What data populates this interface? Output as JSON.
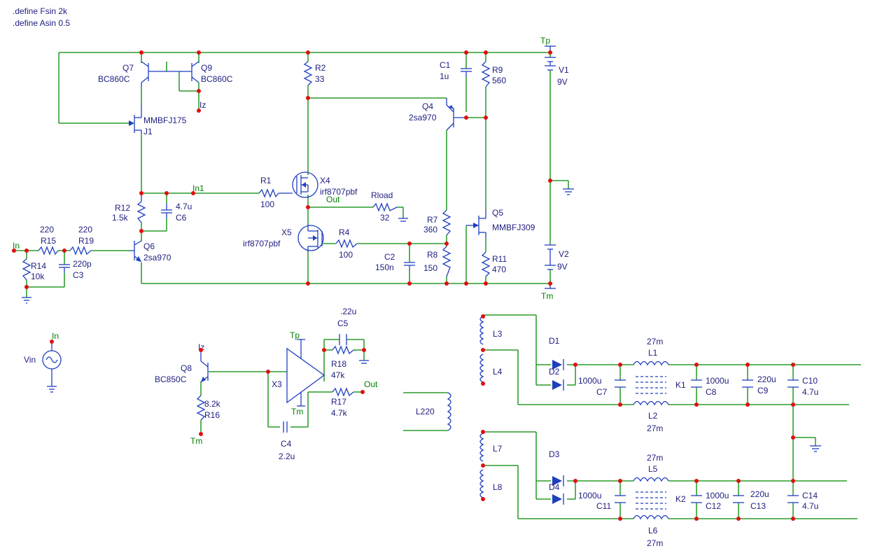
{
  "directives": [
    ".define Fsin 2k",
    ".define Asin 0.5"
  ],
  "nets": {
    "in": "In",
    "in1": "In1",
    "out": "Out",
    "iz": "Iz",
    "tp": "Tp",
    "tm": "Tm"
  },
  "components": {
    "q7": {
      "name": "Q7",
      "value": "BC860C"
    },
    "q9": {
      "name": "Q9",
      "value": "BC860C"
    },
    "j1": {
      "name": "J1",
      "value": "MMBFJ175"
    },
    "r12": {
      "name": "R12",
      "value": "1.5k"
    },
    "c6": {
      "name": "C6",
      "value": "4.7u"
    },
    "q6": {
      "name": "Q6",
      "value": "2sa970"
    },
    "r15": {
      "name": "R15",
      "value": "220"
    },
    "r19": {
      "name": "R19",
      "value": "220"
    },
    "r14": {
      "name": "R14",
      "value": "10k"
    },
    "c3": {
      "name": "C3",
      "value": "220p"
    },
    "r2": {
      "name": "R2",
      "value": "33"
    },
    "r1": {
      "name": "R1",
      "value": "100"
    },
    "x4": {
      "name": "X4",
      "value": "irf8707pbf"
    },
    "rload": {
      "name": "Rload",
      "value": "32"
    },
    "x5": {
      "name": "X5",
      "value": "irf8707pbf"
    },
    "r4": {
      "name": "R4",
      "value": "100"
    },
    "c2": {
      "name": "C2",
      "value": "150n"
    },
    "q4": {
      "name": "Q4",
      "value": "2sa970"
    },
    "c1": {
      "name": "C1",
      "value": "1u"
    },
    "r9": {
      "name": "R9",
      "value": "560"
    },
    "r7": {
      "name": "R7",
      "value": "360"
    },
    "r8": {
      "name": "R8",
      "value": "150"
    },
    "q5": {
      "name": "Q5",
      "value": "MMBFJ309"
    },
    "r11": {
      "name": "R11",
      "value": "470"
    },
    "v1": {
      "name": "V1",
      "value": "9V"
    },
    "v2": {
      "name": "V2",
      "value": "9V"
    },
    "vin": {
      "name": "Vin"
    },
    "q8": {
      "name": "Q8",
      "value": "BC850C"
    },
    "r16": {
      "name": "R16",
      "value": "8.2k"
    },
    "x3": {
      "name": "X3"
    },
    "c5": {
      "name": "C5",
      "value": ".22u"
    },
    "r18": {
      "name": "R18",
      "value": "47k"
    },
    "r17": {
      "name": "R17",
      "value": "4.7k"
    },
    "c4": {
      "name": "C4",
      "value": "2.2u"
    },
    "l220": {
      "name": "L220"
    },
    "l3": {
      "name": "L3"
    },
    "l4": {
      "name": "L4"
    },
    "d1": {
      "name": "D1"
    },
    "d2": {
      "name": "D2"
    },
    "c7": {
      "name": "C7",
      "value": "1000u"
    },
    "l1": {
      "name": "L1",
      "value": "27m"
    },
    "l2": {
      "name": "L2",
      "value": "27m"
    },
    "k1": {
      "name": "K1"
    },
    "c8": {
      "name": "C8",
      "value": "1000u"
    },
    "c9": {
      "name": "C9",
      "value": "220u"
    },
    "c10": {
      "name": "C10",
      "value": "4.7u"
    },
    "l7": {
      "name": "L7"
    },
    "l8": {
      "name": "L8"
    },
    "d3": {
      "name": "D3"
    },
    "d4": {
      "name": "D4"
    },
    "c11": {
      "name": "C11",
      "value": "1000u"
    },
    "l5": {
      "name": "L5",
      "value": "27m"
    },
    "l6": {
      "name": "L6",
      "value": "27m"
    },
    "k2": {
      "name": "K2"
    },
    "c12": {
      "name": "C12",
      "value": "1000u"
    },
    "c13": {
      "name": "C13",
      "value": "220u"
    },
    "c14": {
      "name": "C14",
      "value": "4.7u"
    }
  },
  "colors": {
    "wire": "#008800",
    "component": "#1f3fbf",
    "junction": "#e01010",
    "label": "#202080",
    "net_label": "#008000"
  }
}
